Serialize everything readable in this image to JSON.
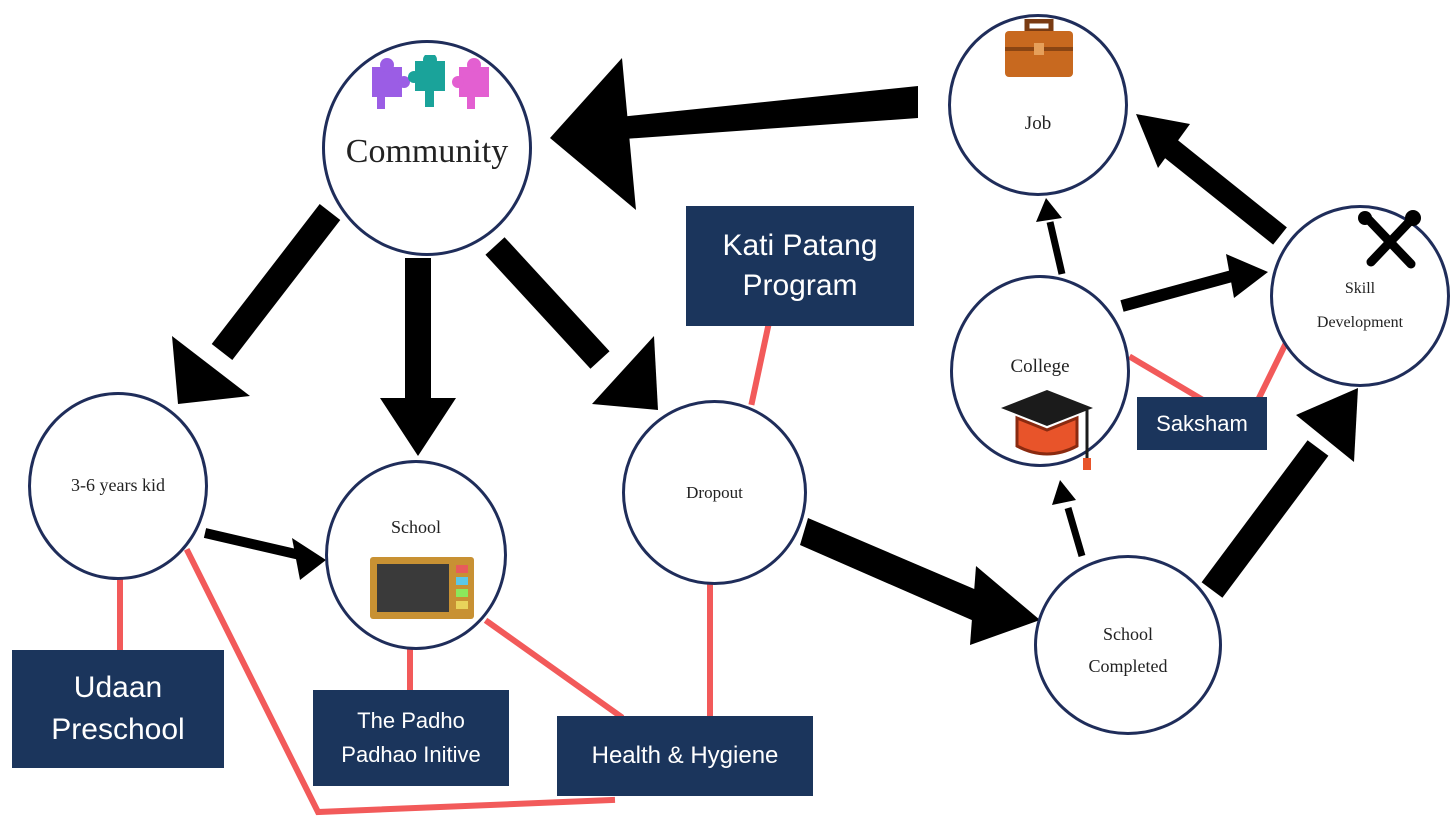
{
  "nodes": {
    "community": "Community",
    "job": "Job",
    "skill": "Skill\nDevelopment",
    "college": "College",
    "kid": "3-6 years kid",
    "school": "School",
    "dropout": "Dropout",
    "school_completed": "School\nCompleted"
  },
  "programs": {
    "kati_patang": "Kati Patang\nProgram",
    "saksham": "Saksham",
    "udaan": "Udaan\nPreschool",
    "padho": "The Padho\nPadhao Initive",
    "health": "Health & Hygiene"
  },
  "icons": {
    "community": "puzzle-pieces-icon",
    "job": "briefcase-icon",
    "skill": "tools-icon",
    "college": "graduation-cap-icon",
    "school": "chalkboard-icon"
  },
  "colors": {
    "node_border": "#1f2d5a",
    "program_fill": "#1b355c",
    "program_text": "#ffffff",
    "arrow": "#000000",
    "connector": "#f25a5a"
  }
}
